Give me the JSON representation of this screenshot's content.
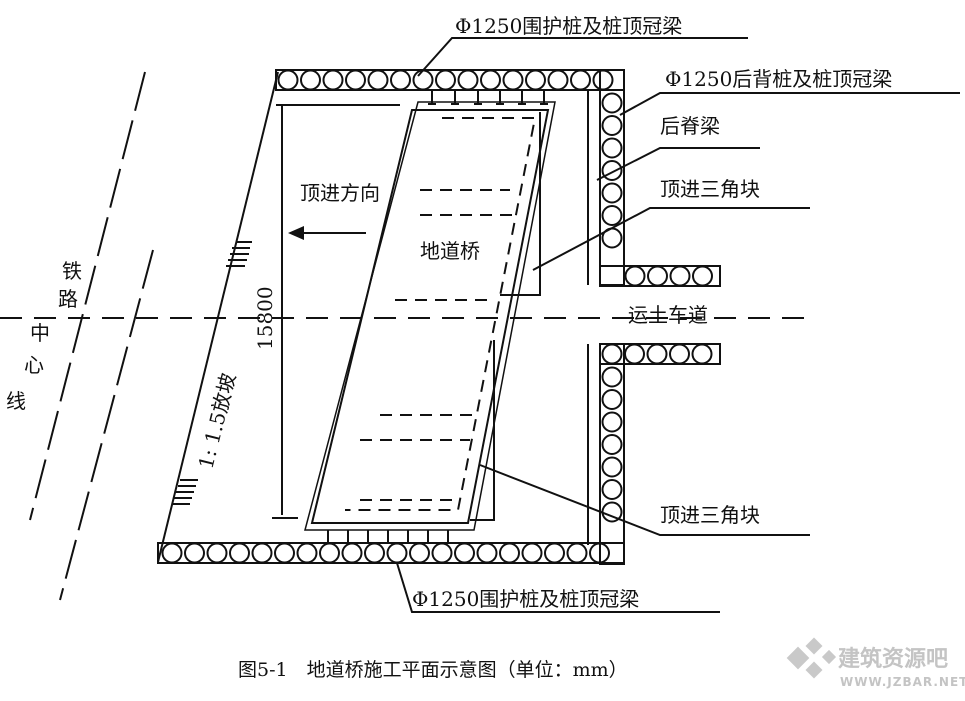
{
  "labels": {
    "top_pile": "Φ1250围护桩及桩顶冠梁",
    "back_pile": "Φ1250后背桩及桩顶冠梁",
    "back_beam": "后脊梁",
    "tri_block_upper": "顶进三角块",
    "tri_block_lower": "顶进三角块",
    "push_direction": "顶进方向",
    "bridge": "地道桥",
    "rail_centerline_chars": [
      "铁",
      "路",
      "中",
      "心",
      "线"
    ],
    "slope": "1: 1.5放坡",
    "dimension": "15800",
    "earth_road": "运土车道",
    "bottom_pile": "Φ1250围护桩及桩顶冠梁"
  },
  "caption": "图5-1　地道桥施工平面示意图（单位：mm）",
  "watermark": {
    "brand": "建筑资源吧",
    "url": "WWW.JZBAR.NET"
  }
}
